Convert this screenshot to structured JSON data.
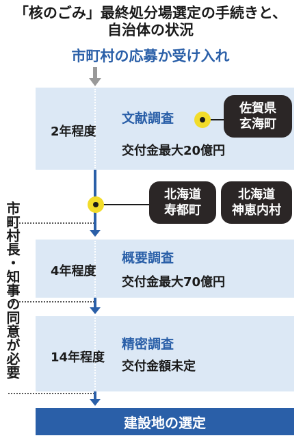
{
  "title": {
    "line1": "「核のごみ」最終処分場選定の手続きと、",
    "line2": "自治体の状況"
  },
  "start_step": "市町村の応募か受け入れ",
  "stages": [
    {
      "duration": "2年程度",
      "name": "文献調査",
      "grant": "交付金最大20億円"
    },
    {
      "duration": "4年程度",
      "name": "概要調査",
      "grant": "交付金最大70億円"
    },
    {
      "duration": "14年程度",
      "name": "精密調査",
      "grant": "交付金額未定"
    }
  ],
  "municipalities": {
    "genkai": [
      "佐賀県",
      "玄海町"
    ],
    "suttsu": [
      "北海道",
      "寿都町"
    ],
    "kamoenai": [
      "北海道",
      "神恵内村"
    ]
  },
  "side_note": "市町村長・知事の同意が必要",
  "final_step": "建設地の選定",
  "colors": {
    "accent_blue": "#2a5fa8",
    "panel_bg": "#dce8f5",
    "marker_yellow": "#f2dc2a",
    "badge_dark": "#2b2626"
  }
}
